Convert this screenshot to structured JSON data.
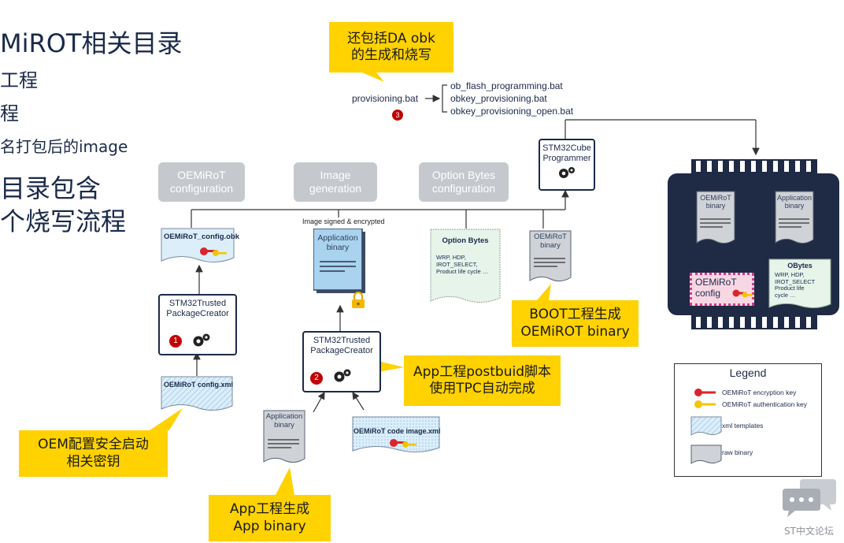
{
  "left_text": {
    "line1": "MiROT相关目录",
    "line2": "工程",
    "line3": "程",
    "line4": "名打包后的image",
    "line5": "目录包含",
    "line6": "个烧写流程"
  },
  "callouts": {
    "da_obk": "还包括DA obk\n的生成和烧写",
    "boot_binary": "BOOT工程生成\nOEMiROT binary",
    "app_postbuild": "App工程postbuid脚本\n使用TPC自动完成",
    "oem_keys": "OEM配置安全启动\n相关密钥",
    "app_binary": "App工程生成\nApp binary"
  },
  "provisioning": {
    "script": "provisioning.bat",
    "items": [
      "ob_flash_programming.bat",
      "obkey_provisioning.bat",
      "obkey_provisioning_open.bat"
    ],
    "step": "3"
  },
  "stages": {
    "oemirot_config": "OEMiRoT\nconfiguration",
    "image_generation": "Image\ngeneration",
    "option_bytes": "Option Bytes\nconfiguration"
  },
  "programmer": {
    "label": "STM32Cube\nProgrammer"
  },
  "docs": {
    "config_obk": "OEMiRoT_config.obk",
    "image_note": "Image signed & encrypted",
    "app_binary_signed": "Application\nbinary",
    "option_bytes_title": "Option Bytes",
    "option_bytes_body": "WRP, HDP,\nIROT_SELECT,\nProduct life cycle …",
    "oemirot_binary": "OEMiRoT\nbinary",
    "config_xml": "OEMiRoT config.xml",
    "app_binary_raw": "Application\nbinary",
    "code_image_xml": "OEMiRoT code image.xml"
  },
  "tpc1": {
    "label": "STM32Trusted\nPackageCreator",
    "step": "1"
  },
  "tpc2": {
    "label": "STM32Trusted\nPackageCreator",
    "step": "2"
  },
  "chip": {
    "oemirot_binary": "OEMiRoT\nbinary",
    "application_binary": "Application\nbinary",
    "oemirot_config": "OEMiRoT\nconfig",
    "obytes_title": "OBytes",
    "obytes_body": "WRP, HDP,\nIROT_SELECT\nProduct life\ncycle …"
  },
  "legend": {
    "title": "Legend",
    "encryption_key": "OEMiRoT encryption key",
    "authentication_key": "OEMiRoT authentication key",
    "xml_templates": "xml templates",
    "raw_binary": "raw binary"
  },
  "watermark": {
    "text": "ST中文论坛"
  },
  "colors": {
    "callout": "#ffd200",
    "navy": "#1b2a4a",
    "grey_stage": "#c5c9ce",
    "step_red": "#c00000",
    "chip_body": "#1f2a44",
    "doc_blue": "#dbeefa"
  }
}
